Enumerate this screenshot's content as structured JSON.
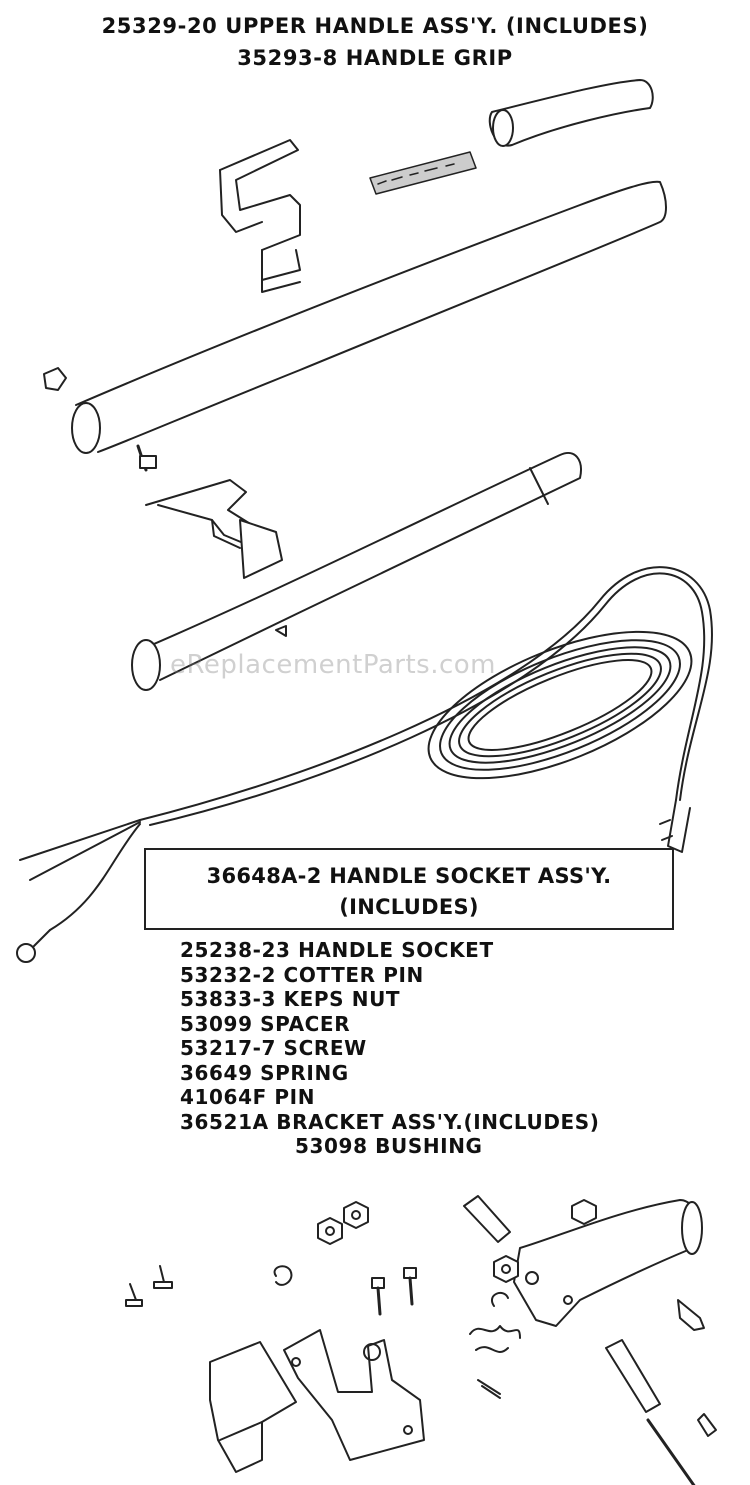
{
  "header": {
    "line1": "25329-20 UPPER HANDLE ASS'Y. (INCLUDES)",
    "line2": "35293-8  HANDLE GRIP"
  },
  "socket_box": {
    "line1": "36648A-2 HANDLE SOCKET ASS'Y.",
    "line2": "(INCLUDES)"
  },
  "parts": [
    {
      "text": "25238-23  HANDLE SOCKET"
    },
    {
      "text": "53232-2  COTTER PIN"
    },
    {
      "text": "53833-3  KEPS NUT"
    },
    {
      "text": "53099  SPACER"
    },
    {
      "text": "53217-7  SCREW"
    },
    {
      "text": "36649  SPRING"
    },
    {
      "text": "41064F  PIN"
    },
    {
      "text": "36521A  BRACKET ASS'Y.(INCLUDES)"
    },
    {
      "text": "53098  BUSHING",
      "indent": true
    }
  ],
  "watermark": "eReplacementParts.com",
  "colors": {
    "line": "#222222",
    "fill": "#ffffff",
    "shade": "#888888"
  }
}
